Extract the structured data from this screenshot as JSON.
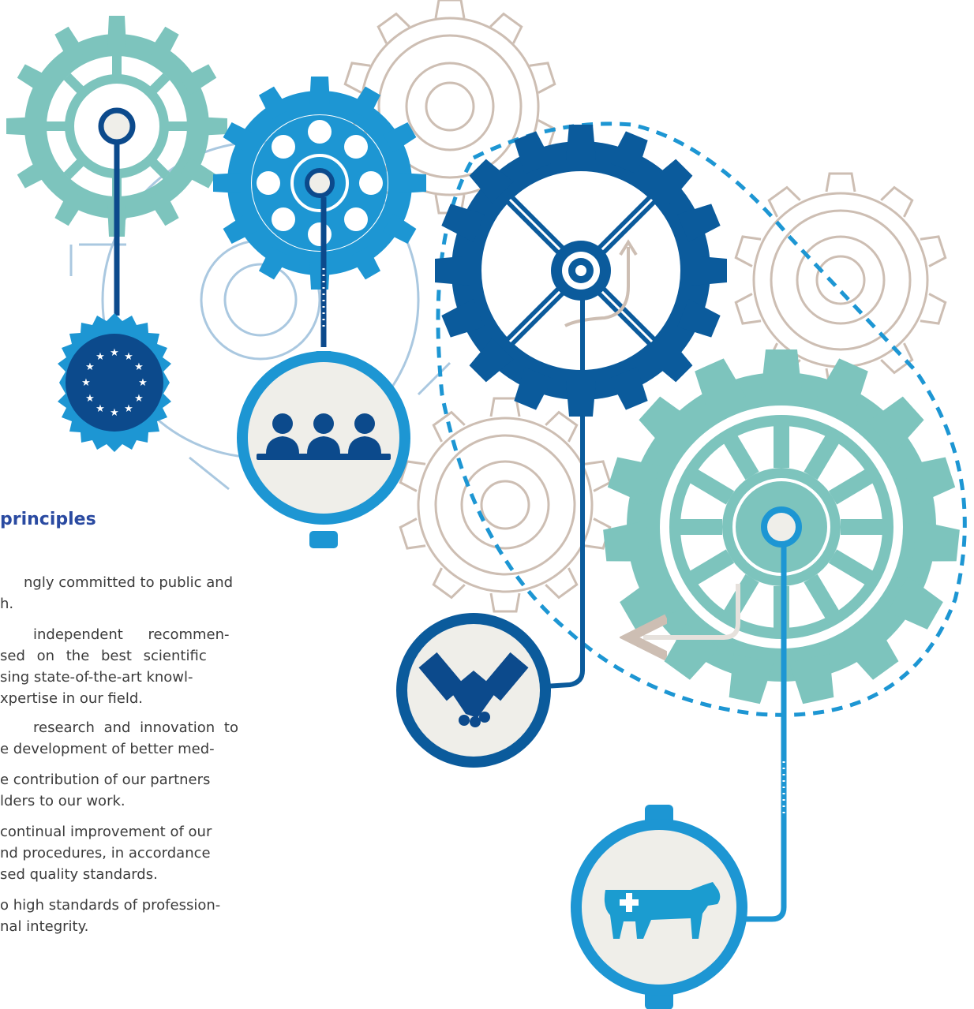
{
  "heading": "principles",
  "paragraphs": [
    {
      "lines": [
        "ngly committed to public and",
        "h."
      ]
    },
    {
      "lines": [
        "independent recommen-",
        "sed on the best scientific",
        "sing state-of-the-art knowl-",
        "xpertise in our field."
      ]
    },
    {
      "lines": [
        "research and innovation to",
        "e development of better med-"
      ]
    },
    {
      "lines": [
        "e contribution of our partners",
        "lders to our work."
      ]
    },
    {
      "lines": [
        "continual improvement of our",
        "nd procedures, in accordance",
        "sed quality standards."
      ]
    },
    {
      "lines": [
        "o high standards of profession-",
        "nal integrity."
      ]
    }
  ],
  "icons": {
    "eu_badge": "eu-flag-stars-icon",
    "committee": "people-at-table-icon",
    "partnership": "handshake-icon",
    "veterinary": "cow-with-cross-icon",
    "cycle": "u-turn-arrow-icon",
    "return": "left-return-arrow-icon"
  },
  "colors": {
    "teal": "#7dc4bd",
    "mid_blue": "#1d96d3",
    "dark_blue": "#0b5b9c",
    "navy": "#0c4a8c",
    "taupe": "#cdbeb3",
    "light_blue_outline": "#aac8e0",
    "cream": "#efeee9",
    "heading": "#2a4aa1",
    "text": "#3b3b3b"
  }
}
